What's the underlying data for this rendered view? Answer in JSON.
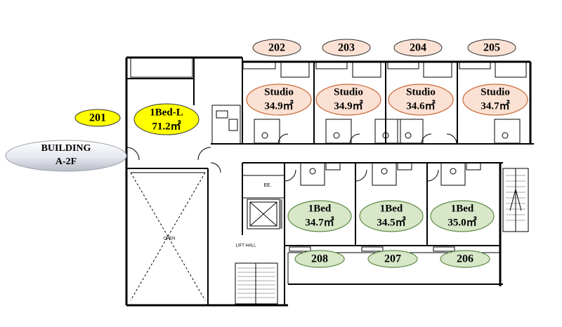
{
  "building": {
    "line1": "BUILDING",
    "line2": "A-2F"
  },
  "labels": {
    "open": "OPEN",
    "lift_hall": "LIFT HALL",
    "ee": "EE."
  },
  "colors": {
    "studio_fill": "#fbe1d3",
    "studio_stroke": "#c96a3a",
    "onebed_fill": "#d7e7c8",
    "onebed_stroke": "#5f8a45",
    "large_fill": "#ffff00",
    "large_stroke": "#333333",
    "number_fill_top": "#fbe1d3",
    "number_fill_bottom": "#d7e7c8"
  },
  "rooms": {
    "r201": {
      "number": "201",
      "type": "1Bed-L",
      "area": "71.2㎡"
    },
    "r202": {
      "number": "202",
      "type": "Studio",
      "area": "34.9㎡"
    },
    "r203": {
      "number": "203",
      "type": "Studio",
      "area": "34.9㎡"
    },
    "r204": {
      "number": "204",
      "type": "Studio",
      "area": "34.6㎡"
    },
    "r205": {
      "number": "205",
      "type": "Studio",
      "area": "34.7㎡"
    },
    "r206": {
      "number": "206",
      "type": "1Bed",
      "area": "35.0㎡"
    },
    "r207": {
      "number": "207",
      "type": "1Bed",
      "area": "34.5㎡"
    },
    "r208": {
      "number": "208",
      "type": "1Bed",
      "area": "34.7㎡"
    }
  }
}
